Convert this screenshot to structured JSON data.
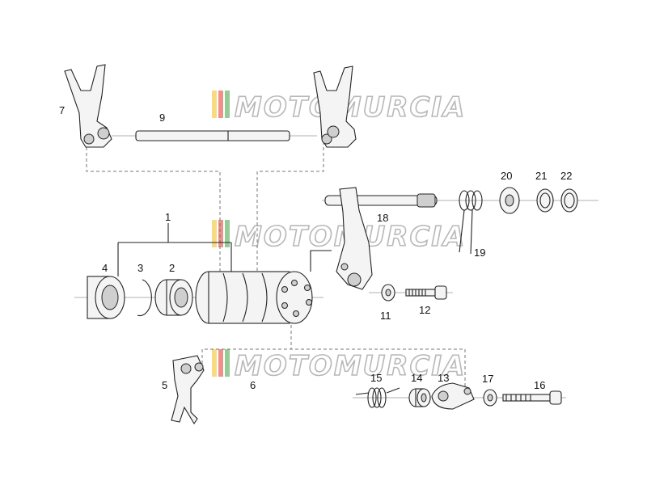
{
  "watermark": {
    "text": "MOTOMURCIA",
    "colors": {
      "red": "#e04a3a",
      "yellow": "#f2c12e",
      "green": "#4ea84e",
      "outline": "#b8b8b8"
    }
  },
  "parts": {
    "p1": "1",
    "p2": "2",
    "p3": "3",
    "p4": "4",
    "p5": "5",
    "p6": "6",
    "p7": "7",
    "p9": "9",
    "p11": "11",
    "p12": "12",
    "p13": "13",
    "p14": "14",
    "p15": "15",
    "p16": "16",
    "p17": "17",
    "p18": "18",
    "p19": "19",
    "p20": "20",
    "p21": "21",
    "p22": "22"
  }
}
